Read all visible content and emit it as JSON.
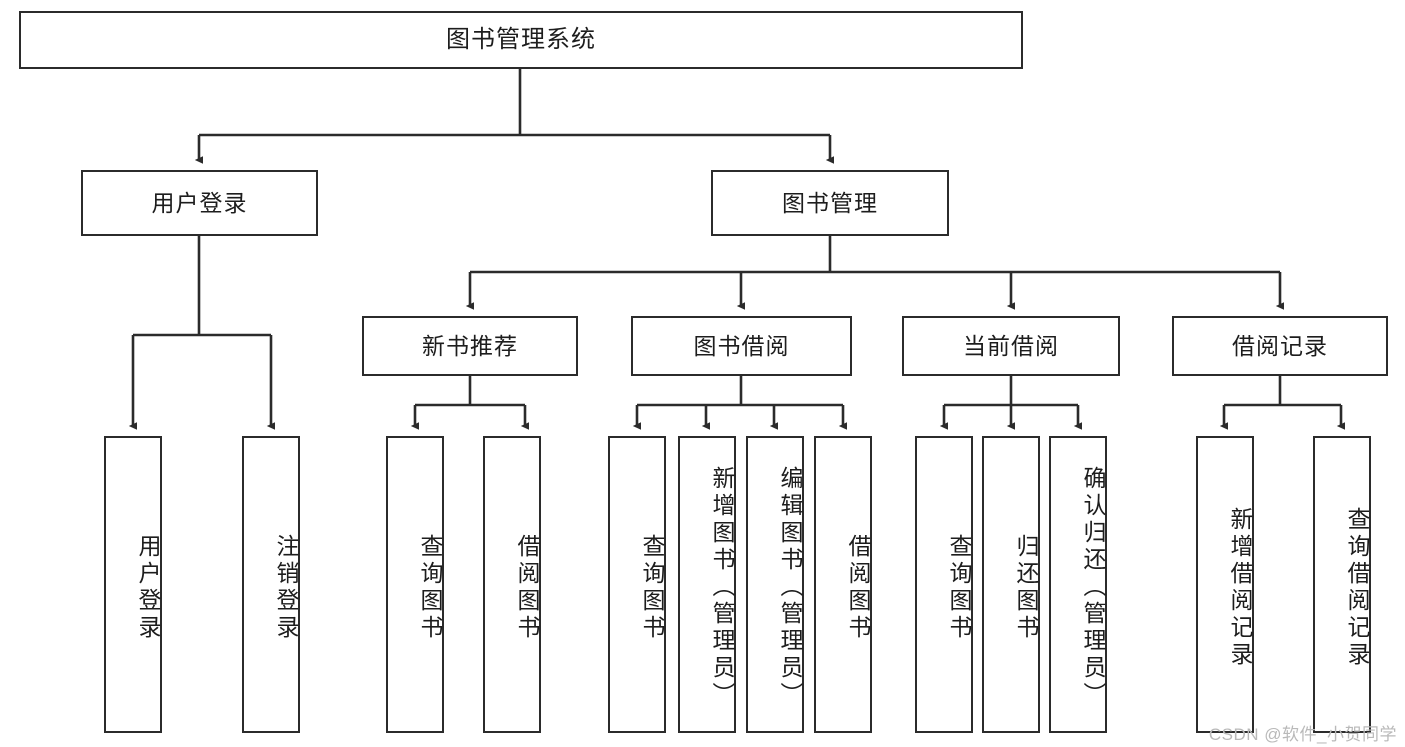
{
  "diagram": {
    "title_box": {
      "label": "图书管理系统"
    },
    "level1": [
      {
        "id": "user-login",
        "label": "用户登录"
      },
      {
        "id": "book-management",
        "label": "图书管理"
      }
    ],
    "level2": [
      {
        "id": "new-book-recommend",
        "label": "新书推荐"
      },
      {
        "id": "book-borrow",
        "label": "图书借阅"
      },
      {
        "id": "current-borrow",
        "label": "当前借阅"
      },
      {
        "id": "borrow-record",
        "label": "借阅记录"
      }
    ],
    "leaves": {
      "user_login": [
        {
          "id": "leaf-user-login",
          "label": "用户登录"
        },
        {
          "id": "leaf-logout-login",
          "label": "注销登录"
        }
      ],
      "new_book_recommend": [
        {
          "id": "leaf-query-book-1",
          "label": "查询图书"
        },
        {
          "id": "leaf-borrow-book-1",
          "label": "借阅图书"
        }
      ],
      "book_borrow": [
        {
          "id": "leaf-query-book-2",
          "label": "查询图书"
        },
        {
          "id": "leaf-add-book",
          "label": "新增图书（管理员）"
        },
        {
          "id": "leaf-edit-book",
          "label": "编辑图书（管理员）"
        },
        {
          "id": "leaf-borrow-book-2",
          "label": "借阅图书"
        }
      ],
      "current_borrow": [
        {
          "id": "leaf-query-book-3",
          "label": "查询图书"
        },
        {
          "id": "leaf-return-book",
          "label": "归还图书"
        },
        {
          "id": "leaf-confirm-return",
          "label": "确认归还（管理员）"
        }
      ],
      "borrow_record": [
        {
          "id": "leaf-add-record",
          "label": "新增借阅记录"
        },
        {
          "id": "leaf-query-record",
          "label": "查询借阅记录"
        }
      ]
    },
    "watermark": "CSDN @软件_小贺同学",
    "colors": {
      "stroke": "#2b2b2b",
      "background": "#ffffff",
      "text": "#1d1d1d",
      "watermark": "#b9b9b9"
    }
  }
}
